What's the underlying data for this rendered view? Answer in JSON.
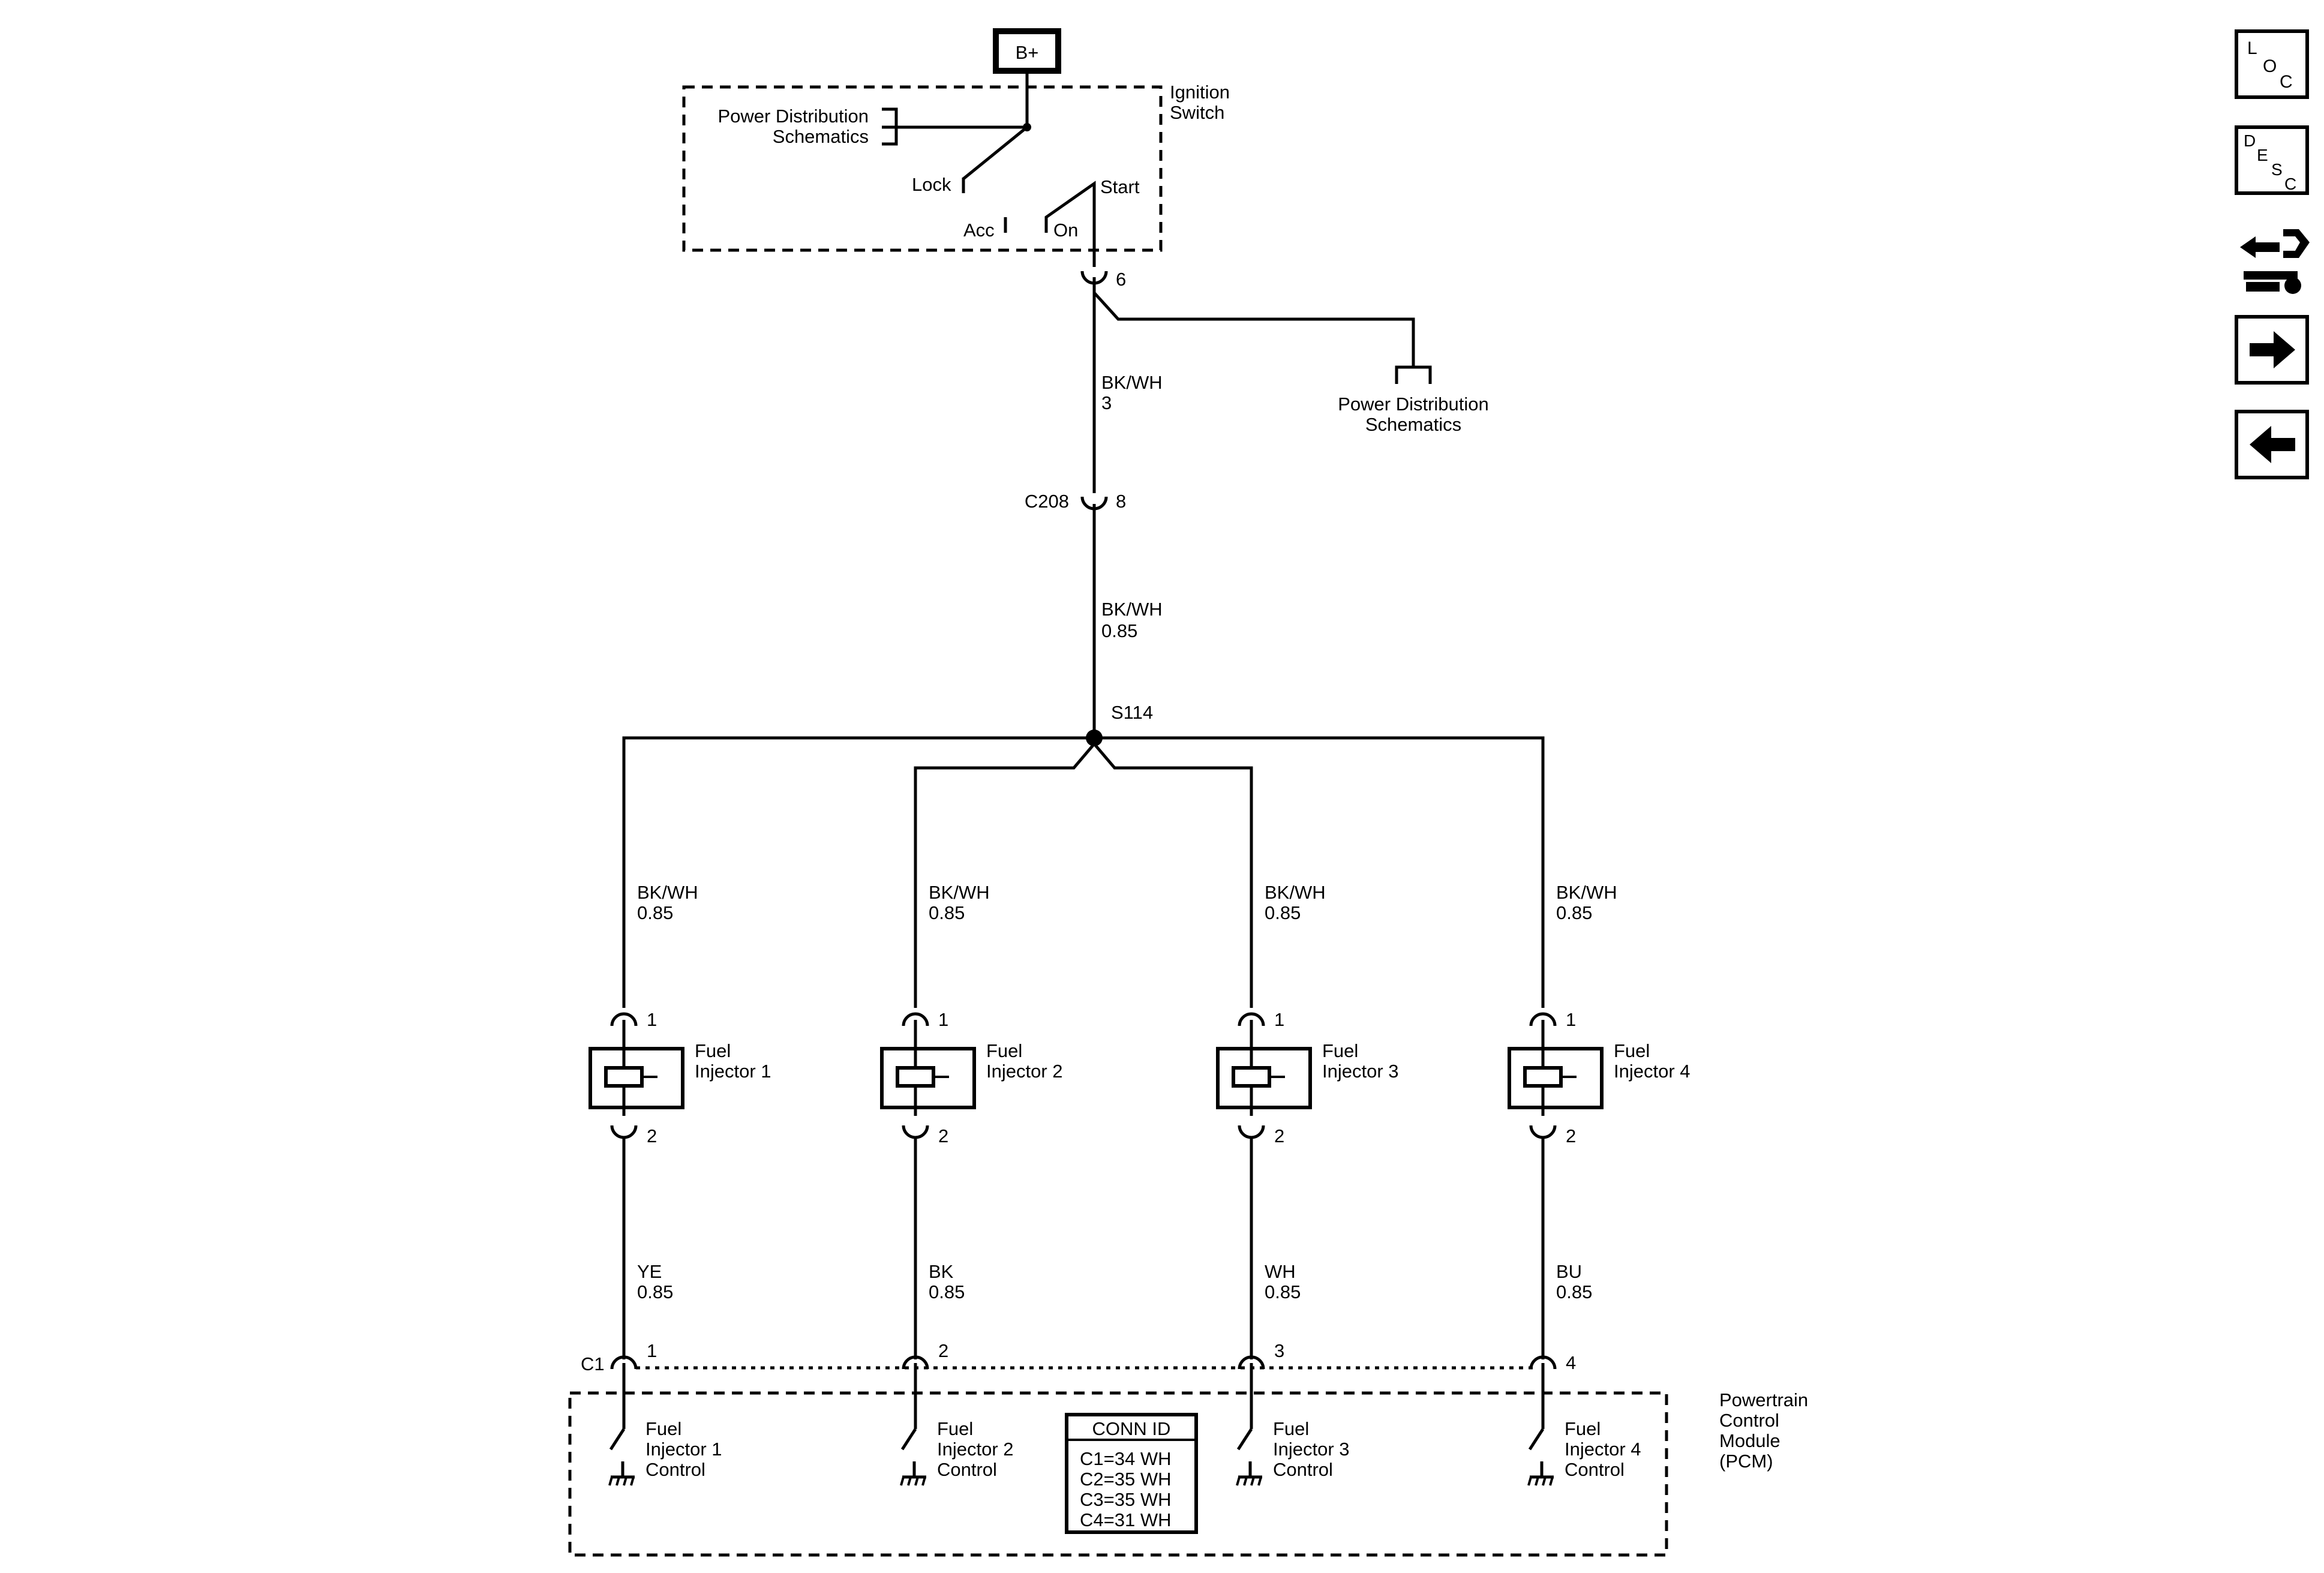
{
  "power": {
    "battery": "B+",
    "ignition_switch": [
      "Ignition",
      "Switch"
    ],
    "power_distribution_top": [
      "Power Distribution",
      "Schematics"
    ],
    "power_distribution_right": [
      "Power Distribution",
      "Schematics"
    ],
    "positions": {
      "lock": "Lock",
      "acc": "Acc",
      "on": "On",
      "start": "Start"
    },
    "pin_6": "6"
  },
  "feed": {
    "wire1_color": "BK/WH",
    "wire1_circuit": "3",
    "connector_c208": "C208",
    "pin_8": "8",
    "wire2_color": "BK/WH",
    "wire2_size": "0.85",
    "splice": "S114"
  },
  "injectors": [
    {
      "feed_color": "BK/WH",
      "feed_size": "0.85",
      "pin_top": "1",
      "name": [
        "Fuel",
        "Injector 1"
      ],
      "pin_bottom": "2",
      "ctrl_color": "YE",
      "ctrl_size": "0.85",
      "pcm_pin": "1",
      "control": [
        "Fuel",
        "Injector 1",
        "Control"
      ]
    },
    {
      "feed_color": "BK/WH",
      "feed_size": "0.85",
      "pin_top": "1",
      "name": [
        "Fuel",
        "Injector 2"
      ],
      "pin_bottom": "2",
      "ctrl_color": "BK",
      "ctrl_size": "0.85",
      "pcm_pin": "2",
      "control": [
        "Fuel",
        "Injector 2",
        "Control"
      ]
    },
    {
      "feed_color": "BK/WH",
      "feed_size": "0.85",
      "pin_top": "1",
      "name": [
        "Fuel",
        "Injector 3"
      ],
      "pin_bottom": "2",
      "ctrl_color": "WH",
      "ctrl_size": "0.85",
      "pcm_pin": "3",
      "control": [
        "Fuel",
        "Injector 3",
        "Control"
      ]
    },
    {
      "feed_color": "BK/WH",
      "feed_size": "0.85",
      "pin_top": "1",
      "name": [
        "Fuel",
        "Injector 4"
      ],
      "pin_bottom": "2",
      "ctrl_color": "BU",
      "ctrl_size": "0.85",
      "pcm_pin": "4",
      "control": [
        "Fuel",
        "Injector 4",
        "Control"
      ]
    }
  ],
  "pcm": {
    "connector": "C1",
    "module_name": [
      "Powertrain",
      "Control",
      "Module",
      "(PCM)"
    ],
    "conn_id_title": "CONN ID",
    "conn_id_rows": [
      "C1=34 WH",
      "C2=35 WH",
      "C3=35 WH",
      "C4=31 WH"
    ]
  },
  "nav": {
    "loc": [
      "L",
      "O",
      "C"
    ],
    "desc": [
      "D",
      "E",
      "S",
      "C"
    ],
    "icons": [
      "connector-swap-icon",
      "arrow-right-icon",
      "arrow-left-icon"
    ]
  }
}
